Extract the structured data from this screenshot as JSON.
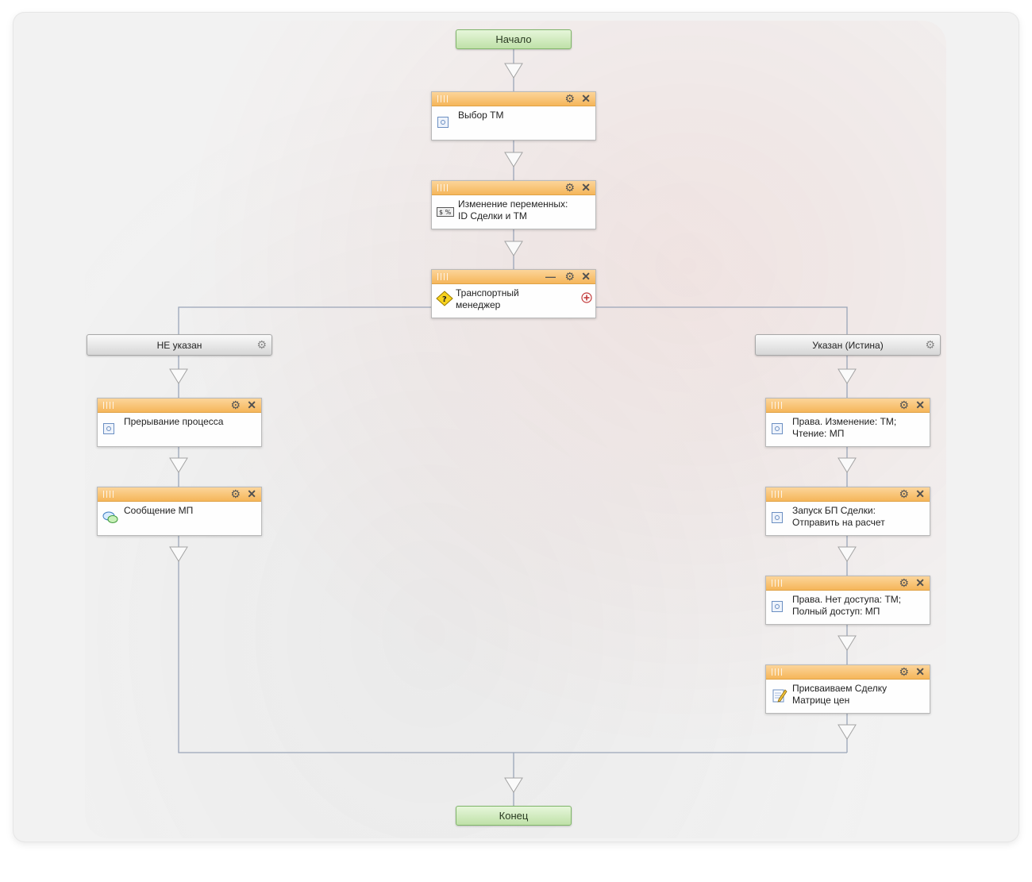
{
  "start_label": "Начало",
  "end_label": "Конец",
  "activities": {
    "vybor": {
      "label": "Выбор ТМ"
    },
    "izmenenie": {
      "label": "Изменение переменных:\nID Сделки и ТМ"
    },
    "tm_condition": {
      "label": "Транспортный\nменеджер"
    },
    "preryvanie": {
      "label": "Прерывание процесса"
    },
    "soobshchenie": {
      "label": "Сообщение МП"
    },
    "prava1": {
      "label": "Права. Изменение: ТМ;\nЧтение: МП"
    },
    "zapusk": {
      "label": "Запуск БП Сделки:\nОтправить на расчет"
    },
    "prava2": {
      "label": "Права. Нет доступа: ТМ;\nПолный доступ: МП"
    },
    "prisvaivaem": {
      "label": "Присваиваем Сделку\nМатрице цен"
    }
  },
  "branches": {
    "left": {
      "label": "НЕ указан"
    },
    "right": {
      "label": "Указан (Истина)"
    }
  },
  "colors": {
    "header_orange": "#f5b65a",
    "terminal_green": "#bfe1a8",
    "connector": "#9aa5b8"
  }
}
